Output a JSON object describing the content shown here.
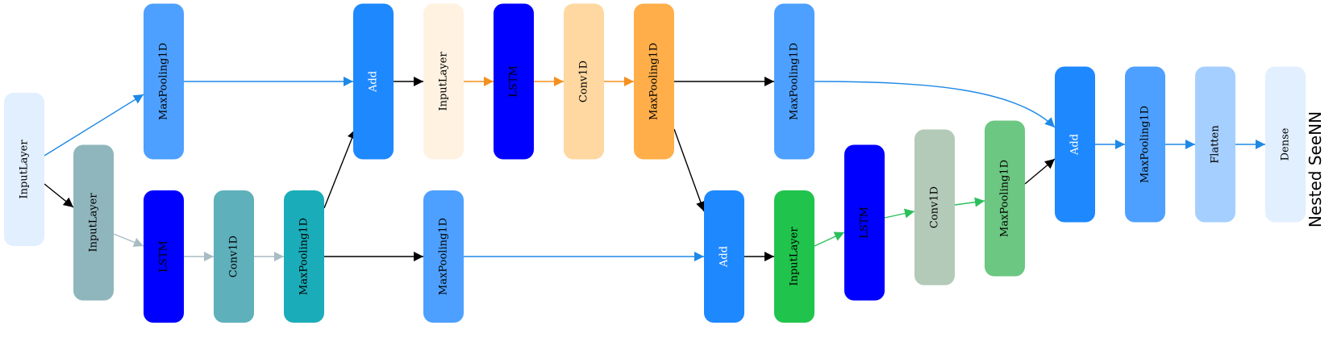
{
  "title": "Nested SeeNN",
  "colors": {
    "edge_black": "#000000",
    "edge_blue": "#1e88e5",
    "edge_gray": "#a9bcc4",
    "edge_orange": "#f5901e",
    "edge_green": "#2bbf5b"
  },
  "nodes": [
    {
      "id": "n1",
      "label": "InputLayer",
      "fill": "#e1efff",
      "text": "#000000"
    },
    {
      "id": "n2",
      "label": "MaxPooling1D",
      "fill": "#4da0ff",
      "text": "#000000"
    },
    {
      "id": "n3",
      "label": "InputLayer",
      "fill": "#8fb6bd",
      "text": "#000000"
    },
    {
      "id": "n4",
      "label": "LSTM",
      "fill": "#0000ff",
      "text": "#000000"
    },
    {
      "id": "n5",
      "label": "Conv1D",
      "fill": "#5eb0bb",
      "text": "#000000"
    },
    {
      "id": "n6",
      "label": "MaxPooling1D",
      "fill": "#1aadb9",
      "text": "#000000"
    },
    {
      "id": "n7",
      "label": "Add",
      "fill": "#1e88ff",
      "text": "#ffffff"
    },
    {
      "id": "n8",
      "label": "MaxPooling1D",
      "fill": "#4da0ff",
      "text": "#000000"
    },
    {
      "id": "n9",
      "label": "InputLayer",
      "fill": "#fff2e1",
      "text": "#000000"
    },
    {
      "id": "n10",
      "label": "LSTM",
      "fill": "#0000ff",
      "text": "#000000"
    },
    {
      "id": "n11",
      "label": "Conv1D",
      "fill": "#ffd7a0",
      "text": "#000000"
    },
    {
      "id": "n12",
      "label": "MaxPooling1D",
      "fill": "#ffae4a",
      "text": "#000000"
    },
    {
      "id": "n13",
      "label": "MaxPooling1D",
      "fill": "#4da0ff",
      "text": "#000000"
    },
    {
      "id": "n14",
      "label": "Add",
      "fill": "#1e88ff",
      "text": "#ffffff"
    },
    {
      "id": "n15",
      "label": "InputLayer",
      "fill": "#20c44c",
      "text": "#000000"
    },
    {
      "id": "n16",
      "label": "LSTM",
      "fill": "#0000ff",
      "text": "#000000"
    },
    {
      "id": "n17",
      "label": "Conv1D",
      "fill": "#b4cab8",
      "text": "#000000"
    },
    {
      "id": "n18",
      "label": "MaxPooling1D",
      "fill": "#6bc781",
      "text": "#000000"
    },
    {
      "id": "n19",
      "label": "Add",
      "fill": "#1e88ff",
      "text": "#ffffff"
    },
    {
      "id": "n20",
      "label": "MaxPooling1D",
      "fill": "#4da0ff",
      "text": "#000000"
    },
    {
      "id": "n21",
      "label": "Flatten",
      "fill": "#a5cfff",
      "text": "#000000"
    },
    {
      "id": "n22",
      "label": "Dense",
      "fill": "#e1efff",
      "text": "#000000"
    }
  ],
  "edges": [
    {
      "from": "n1",
      "to": "n2",
      "color": "edge_blue"
    },
    {
      "from": "n1",
      "to": "n3",
      "color": "edge_black"
    },
    {
      "from": "n3",
      "to": "n4",
      "color": "edge_gray"
    },
    {
      "from": "n4",
      "to": "n5",
      "color": "edge_gray"
    },
    {
      "from": "n5",
      "to": "n6",
      "color": "edge_gray"
    },
    {
      "from": "n2",
      "to": "n7",
      "color": "edge_blue"
    },
    {
      "from": "n6",
      "to": "n7",
      "color": "edge_black"
    },
    {
      "from": "n6",
      "to": "n8",
      "color": "edge_black"
    },
    {
      "from": "n7",
      "to": "n9",
      "color": "edge_black"
    },
    {
      "from": "n9",
      "to": "n10",
      "color": "edge_orange"
    },
    {
      "from": "n10",
      "to": "n11",
      "color": "edge_orange"
    },
    {
      "from": "n11",
      "to": "n12",
      "color": "edge_orange"
    },
    {
      "from": "n12",
      "to": "n13",
      "color": "edge_black"
    },
    {
      "from": "n12",
      "to": "n14",
      "color": "edge_black"
    },
    {
      "from": "n8",
      "to": "n14",
      "color": "edge_blue"
    },
    {
      "from": "n14",
      "to": "n15",
      "color": "edge_black"
    },
    {
      "from": "n15",
      "to": "n16",
      "color": "edge_green"
    },
    {
      "from": "n16",
      "to": "n17",
      "color": "edge_green"
    },
    {
      "from": "n17",
      "to": "n18",
      "color": "edge_green"
    },
    {
      "from": "n13",
      "to": "n19",
      "color": "edge_blue"
    },
    {
      "from": "n18",
      "to": "n19",
      "color": "edge_black"
    },
    {
      "from": "n19",
      "to": "n20",
      "color": "edge_blue"
    },
    {
      "from": "n20",
      "to": "n21",
      "color": "edge_blue"
    },
    {
      "from": "n21",
      "to": "n22",
      "color": "edge_blue"
    }
  ]
}
